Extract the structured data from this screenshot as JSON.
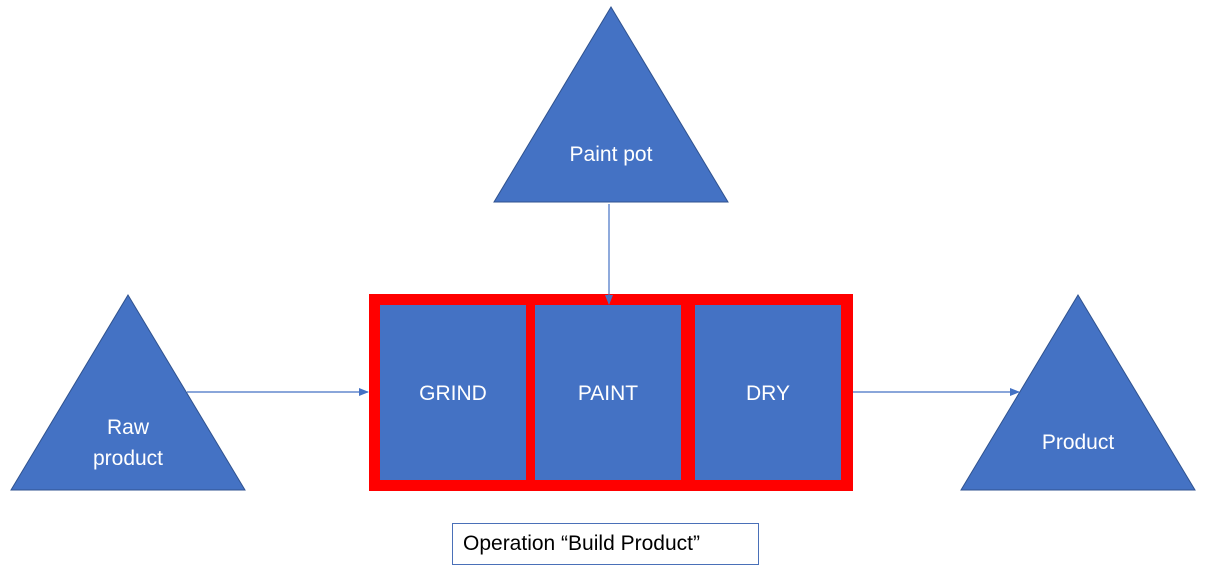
{
  "colors": {
    "shape_fill": "#4472C4",
    "operation_border": "#FF0000",
    "arrow": "#4472C4",
    "label_text": "#FFFFFF",
    "caption_border": "#4A70B8"
  },
  "nodes": {
    "paint_pot": {
      "label": "Paint pot"
    },
    "raw_product": {
      "label_lines": [
        "Raw",
        "product"
      ]
    },
    "product": {
      "label": "Product"
    }
  },
  "operation": {
    "steps": [
      {
        "label": "GRIND"
      },
      {
        "label": "PAINT"
      },
      {
        "label": "DRY"
      }
    ],
    "caption": "Operation “Build Product”"
  },
  "edges": [
    {
      "from": "Paint pot",
      "to": "PAINT"
    },
    {
      "from": "Raw product",
      "to": "GRIND"
    },
    {
      "from": "DRY",
      "to": "Product"
    }
  ]
}
